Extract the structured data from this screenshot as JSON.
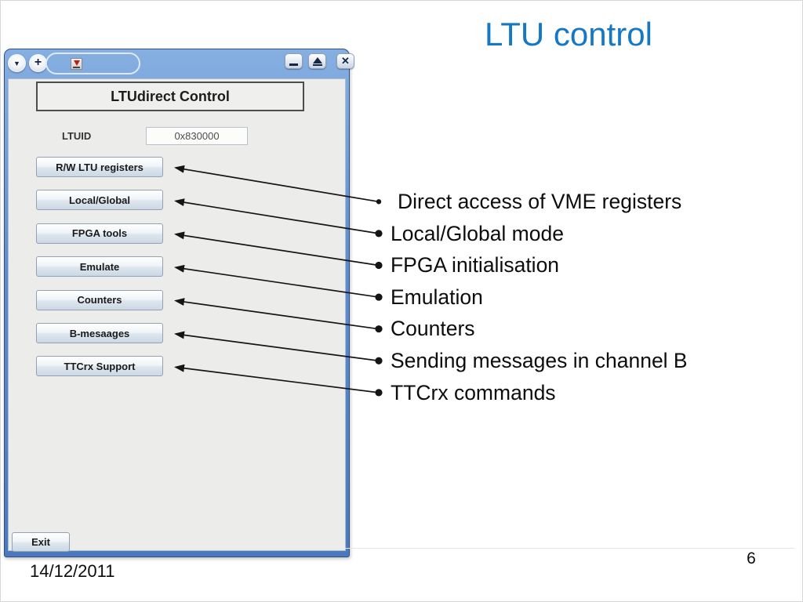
{
  "slide": {
    "title": "LTU control",
    "date": "14/12/2011",
    "page_number": "6"
  },
  "colors": {
    "title_blue": "#1478C6",
    "titlebar_blue": "#5c8ccb",
    "window_body_gray": "#ECECEB",
    "button_face": "#dde6ee",
    "arrow_black": "#151515"
  },
  "window": {
    "header_label": "LTUdirect Control",
    "ltuid": {
      "label": "LTUID",
      "value": "0x830000"
    },
    "buttons": [
      "R/W LTU registers",
      "Local/Global",
      "FPGA tools",
      "Emulate",
      "Counters",
      "B-mesaages",
      "TTCrx Support"
    ],
    "exit_label": "Exit",
    "titlebar_icons": {
      "menu": "▼",
      "plus": "+",
      "close": "✕",
      "minimize": "minimize-bar",
      "maximize": "eject-triangle",
      "tab_icon": "applet-icon"
    }
  },
  "bullets": [
    "Direct access of VME registers",
    "Local/Global mode",
    "FPGA initialisation",
    "Emulation",
    "Counters",
    "Sending messages in channel B",
    "TTCrx commands"
  ],
  "annotation_arrows": [
    {
      "from_bullet": 0,
      "to_button": 0
    },
    {
      "from_bullet": 1,
      "to_button": 1
    },
    {
      "from_bullet": 2,
      "to_button": 2
    },
    {
      "from_bullet": 3,
      "to_button": 3
    },
    {
      "from_bullet": 4,
      "to_button": 4
    },
    {
      "from_bullet": 5,
      "to_button": 5
    },
    {
      "from_bullet": 6,
      "to_button": 6
    }
  ]
}
